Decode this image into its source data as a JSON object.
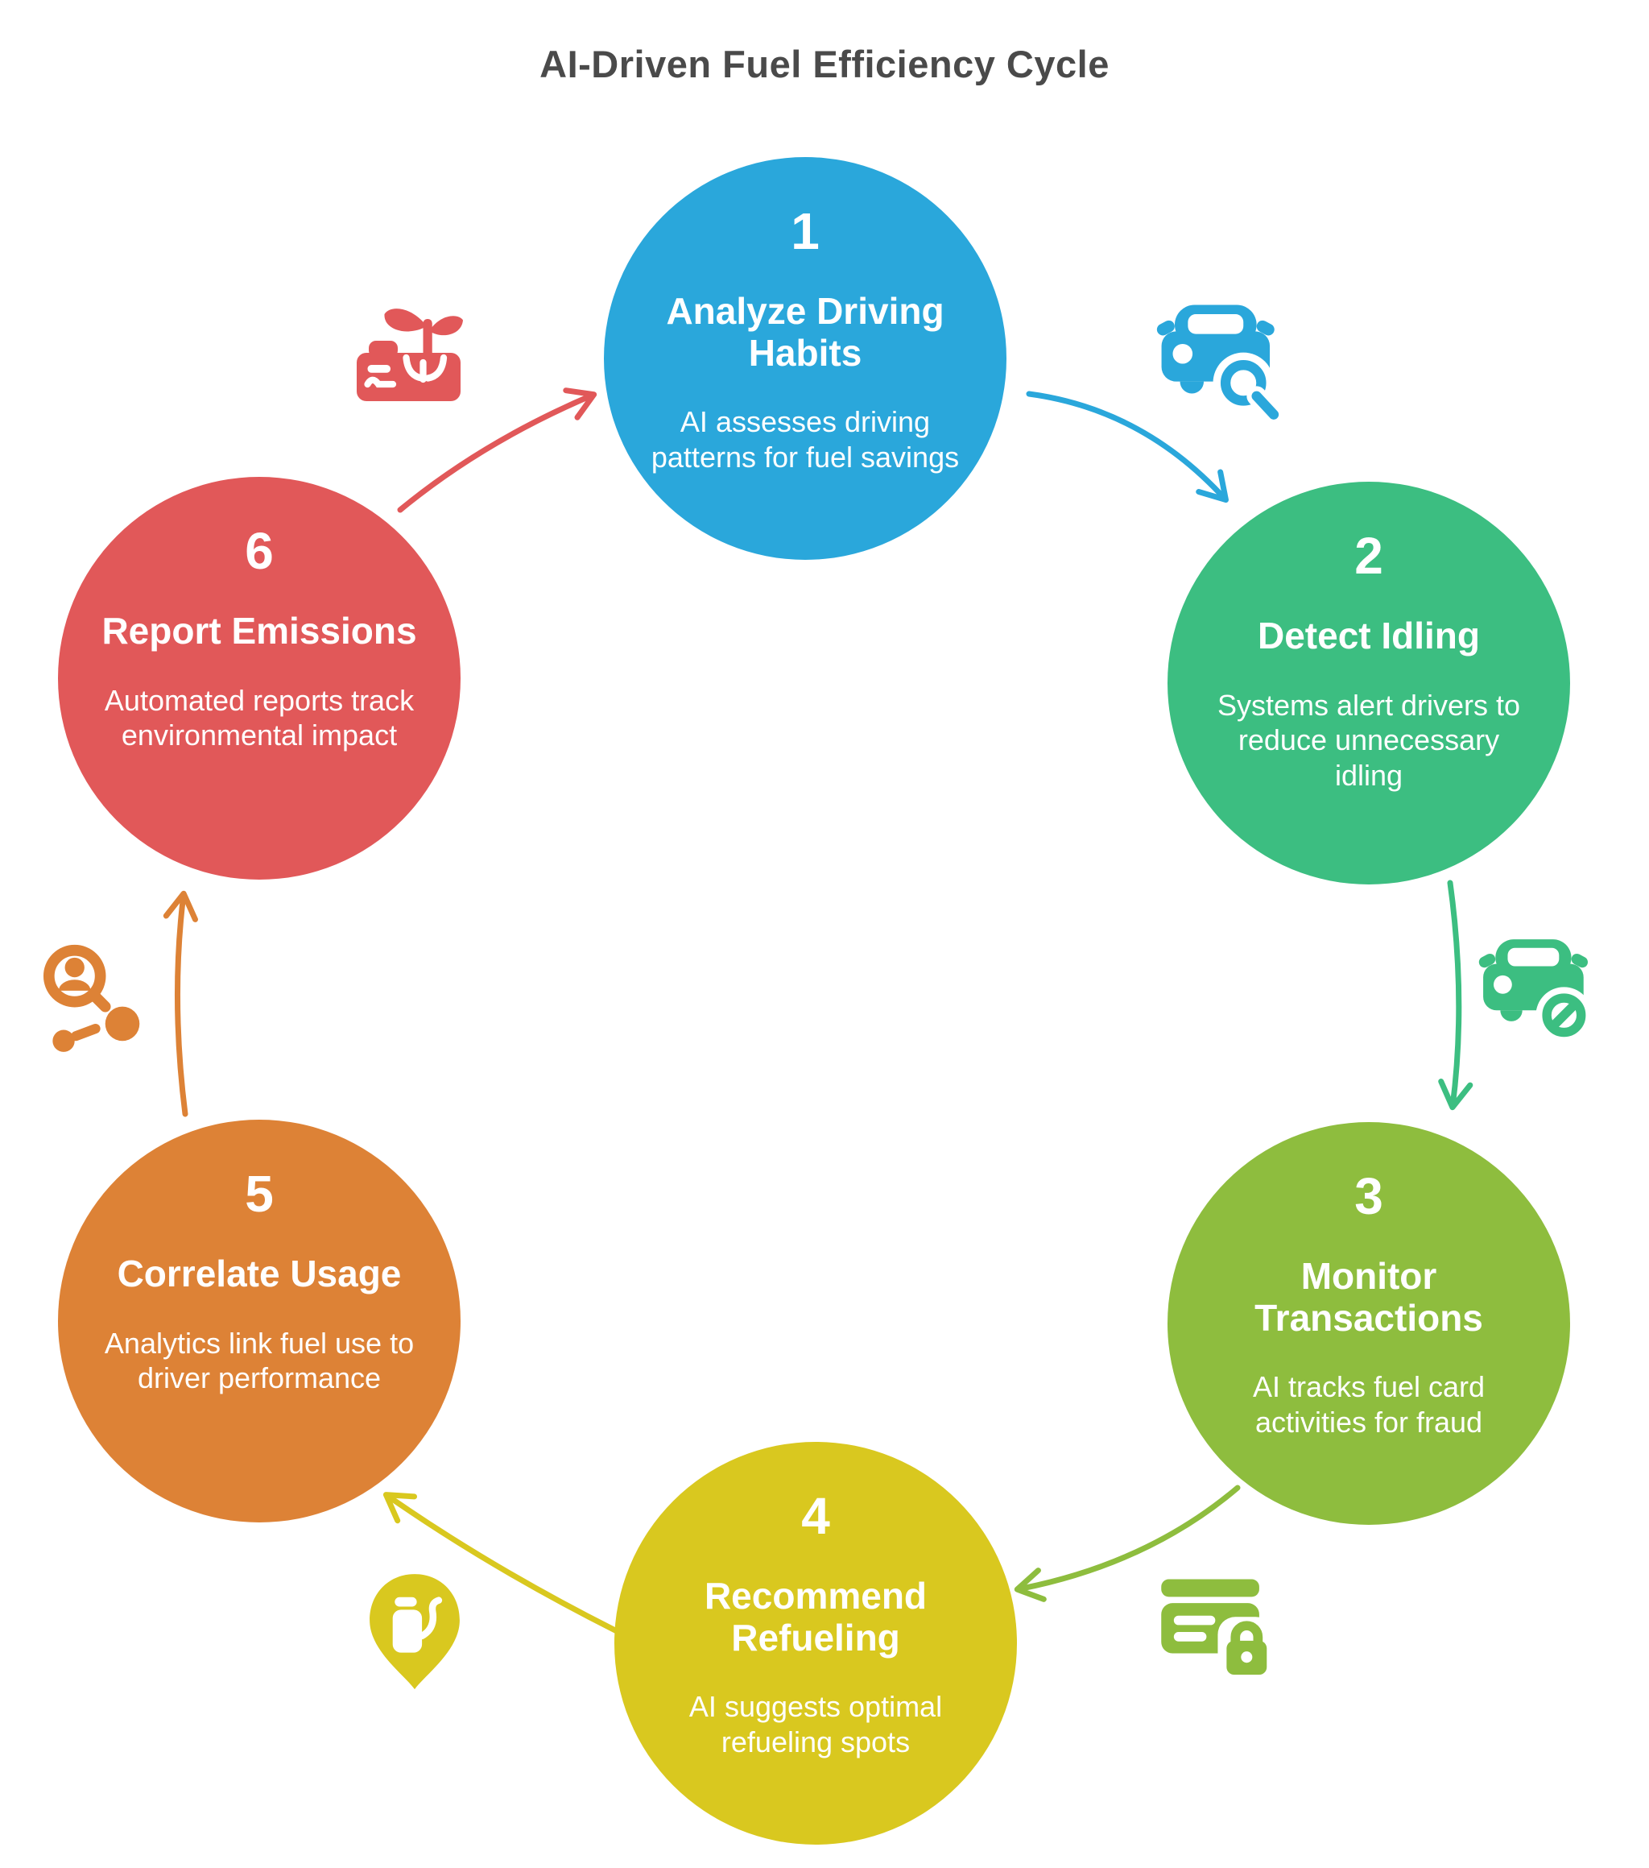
{
  "title": "AI-Driven Fuel Efficiency Cycle",
  "colors": {
    "step1_blue": "#2AA7DB",
    "step2_green": "#3CBE81",
    "step3_olive": "#8EBD3E",
    "step4_yellow": "#D9C81F",
    "step5_orange": "#DD8236",
    "step6_red": "#E15859",
    "title_text": "#4A4A4A",
    "step_text": "#FFFFFF",
    "background": "#FFFFFF"
  },
  "steps": [
    {
      "number": "1",
      "title": "Analyze Driving\nHabits",
      "description": "AI assesses driving\npatterns for fuel savings",
      "color": "#2AA7DB",
      "icon": "car-search-icon"
    },
    {
      "number": "2",
      "title": "Detect Idling",
      "description": "Systems alert drivers to\nreduce unnecessary\nidling",
      "color": "#3CBE81",
      "icon": "car-ban-icon"
    },
    {
      "number": "3",
      "title": "Monitor\nTransactions",
      "description": "AI tracks fuel card\nactivities for fraud",
      "color": "#8EBD3E",
      "icon": "card-lock-icon"
    },
    {
      "number": "4",
      "title": "Recommend\nRefueling",
      "description": "AI suggests optimal\nrefueling spots",
      "color": "#D9C81F",
      "icon": "fuel-pin-icon"
    },
    {
      "number": "5",
      "title": "Correlate Usage",
      "description": "Analytics link fuel use to\ndriver performance",
      "color": "#DD8236",
      "icon": "person-search-icon"
    },
    {
      "number": "6",
      "title": "Report Emissions",
      "description": "Automated reports track\nenvironmental impact",
      "color": "#E15859",
      "icon": "eco-plant-icon"
    }
  ],
  "arrows": [
    {
      "from": "1",
      "to": "2",
      "color": "#2AA7DB"
    },
    {
      "from": "2",
      "to": "3",
      "color": "#3CBE81"
    },
    {
      "from": "3",
      "to": "4",
      "color": "#8EBD3E"
    },
    {
      "from": "4",
      "to": "5",
      "color": "#D9C81F"
    },
    {
      "from": "5",
      "to": "6",
      "color": "#DD8236"
    },
    {
      "from": "6",
      "to": "1",
      "color": "#E15859"
    }
  ]
}
